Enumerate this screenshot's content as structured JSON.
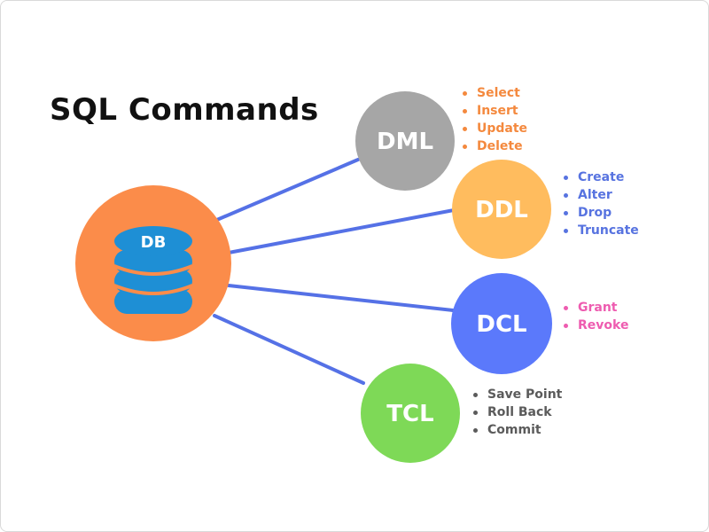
{
  "title": "SQL Commands",
  "center": {
    "label": "DB",
    "color": "#fb8c4a",
    "icon": "database-icon",
    "icon_color": "#1e8fd5"
  },
  "connector_color": "#5571e6",
  "categories": [
    {
      "key": "dml",
      "label": "DML",
      "color": "#a6a6a6",
      "list_color": "#f4893e",
      "items": [
        "Select",
        "Insert",
        "Update",
        "Delete"
      ]
    },
    {
      "key": "ddl",
      "label": "DDL",
      "color": "#ffbc5e",
      "list_color": "#5773e0",
      "items": [
        "Create",
        "Alter",
        "Drop",
        "Truncate"
      ]
    },
    {
      "key": "dcl",
      "label": "DCL",
      "color": "#5b79fb",
      "list_color": "#ee5cb0",
      "items": [
        "Grant",
        "Revoke"
      ]
    },
    {
      "key": "tcl",
      "label": "TCL",
      "color": "#7ed957",
      "list_color": "#5b5b5b",
      "items": [
        "Save Point",
        "Roll Back",
        "Commit"
      ]
    }
  ]
}
